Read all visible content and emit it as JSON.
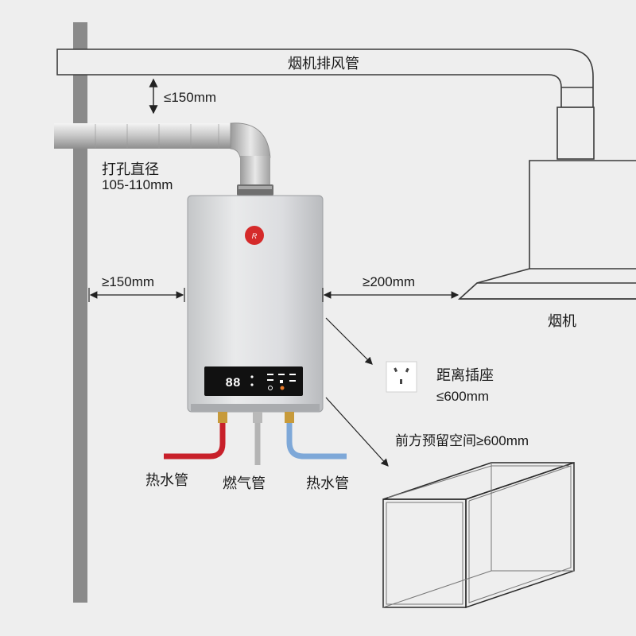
{
  "labels": {
    "exhaust_pipe": "烟机排风管",
    "gap_top": "≤150mm",
    "hole_title": "打孔直径",
    "hole_size": "105-110mm",
    "gap_left": "≥150mm",
    "gap_right": "≥200mm",
    "range_hood": "烟机",
    "socket_title": "距离插座",
    "socket_distance": "≤600mm",
    "front_space": "前方预留空间≥600mm",
    "pipe_hot_left": "热水管",
    "pipe_gas": "燃气管",
    "pipe_hot_right": "热水管"
  },
  "display": {
    "temperature": "88"
  },
  "colors": {
    "background": "#eeeeee",
    "wall": "#8a8a8a",
    "hot_pipe": "#c8202a",
    "cold_pipe": "#7ea8d8",
    "brand_red": "#d52a2a",
    "heater_body": "#d8d9db",
    "panel": "#111111"
  }
}
